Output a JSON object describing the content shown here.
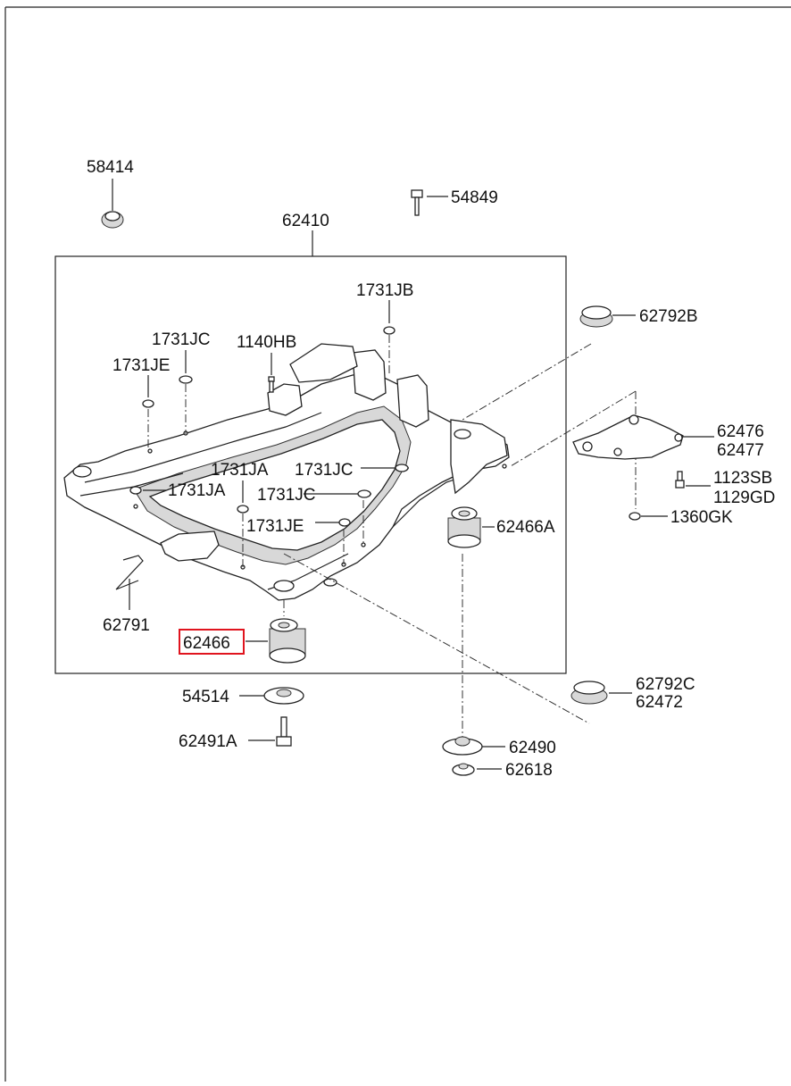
{
  "diagram": {
    "callouts": {
      "p58414": "58414",
      "p54849": "54849",
      "p62410": "62410",
      "p1731JB": "1731JB",
      "p1731JC_a": "1731JC",
      "p1140HB": "1140HB",
      "p1731JE_a": "1731JE",
      "p1731JA_a": "1731JA",
      "p1731JC_b": "1731JC",
      "p1731JA_b": "1731JA",
      "p1731JC_c": "1731JC",
      "p1731JE_b": "1731JE",
      "p62792B": "62792B",
      "p62476": "62476",
      "p62477": "62477",
      "p1123SB": "1123SB",
      "p1129GD": "1129GD",
      "p1360GK": "1360GK",
      "p62466A": "62466A",
      "p62791": "62791",
      "p62466": "62466",
      "p54514": "54514",
      "p62491A": "62491A",
      "p62792C": "62792C",
      "p62472": "62472",
      "p62490": "62490",
      "p62618": "62618"
    },
    "highlight_color": "#e0141e"
  }
}
